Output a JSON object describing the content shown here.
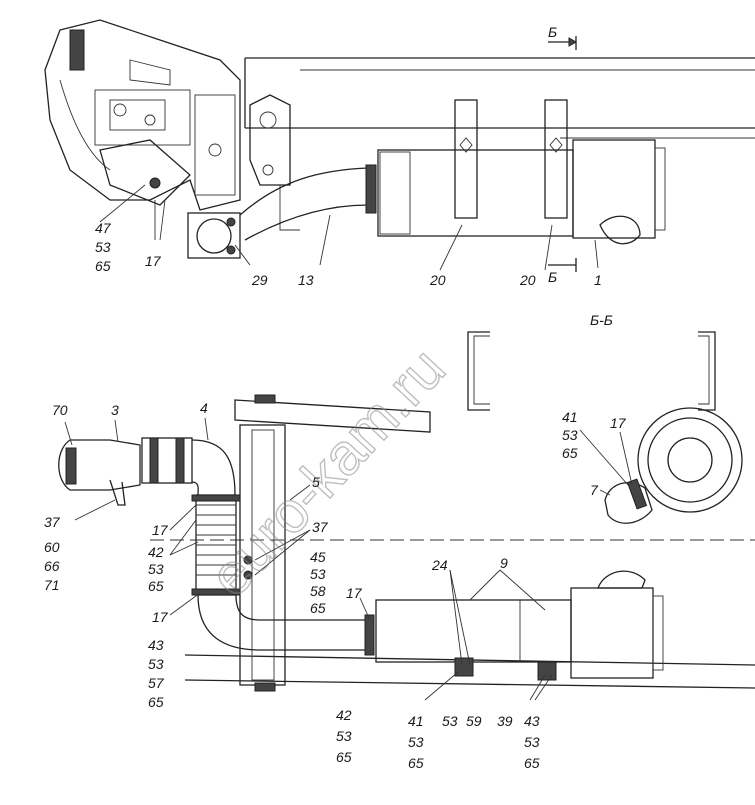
{
  "watermark": "euro-kam.ru",
  "section": {
    "marker": "Б",
    "title": "Б-Б"
  },
  "labels": {
    "l47": "47",
    "l53a": "53",
    "l65a": "65",
    "l17a": "17",
    "l29": "29",
    "l13": "13",
    "l20a": "20",
    "l20b": "20",
    "l1": "1",
    "l70": "70",
    "l3": "3",
    "l4": "4",
    "l5": "5",
    "l37a": "37",
    "l60": "60",
    "l66": "66",
    "l71": "71",
    "l17b": "17",
    "l42a": "42",
    "l53b": "53",
    "l65b": "65",
    "l37b": "37",
    "l45": "45",
    "l53c": "53",
    "l58": "58",
    "l65c": "65",
    "l17c": "17",
    "l43a": "43",
    "l53d": "53",
    "l57": "57",
    "l65d": "65",
    "l17d": "17",
    "l24": "24",
    "l9": "9",
    "l42b": "42",
    "l53e": "53",
    "l65e": "65",
    "l41a": "41",
    "l53f": "53",
    "l65f": "65",
    "l53g": "53",
    "l59": "59",
    "l39": "39",
    "l43b": "43",
    "l53h": "53",
    "l65g": "65",
    "l41b": "41",
    "l53i": "53",
    "l65h": "65",
    "l17e": "17",
    "l7": "7"
  }
}
